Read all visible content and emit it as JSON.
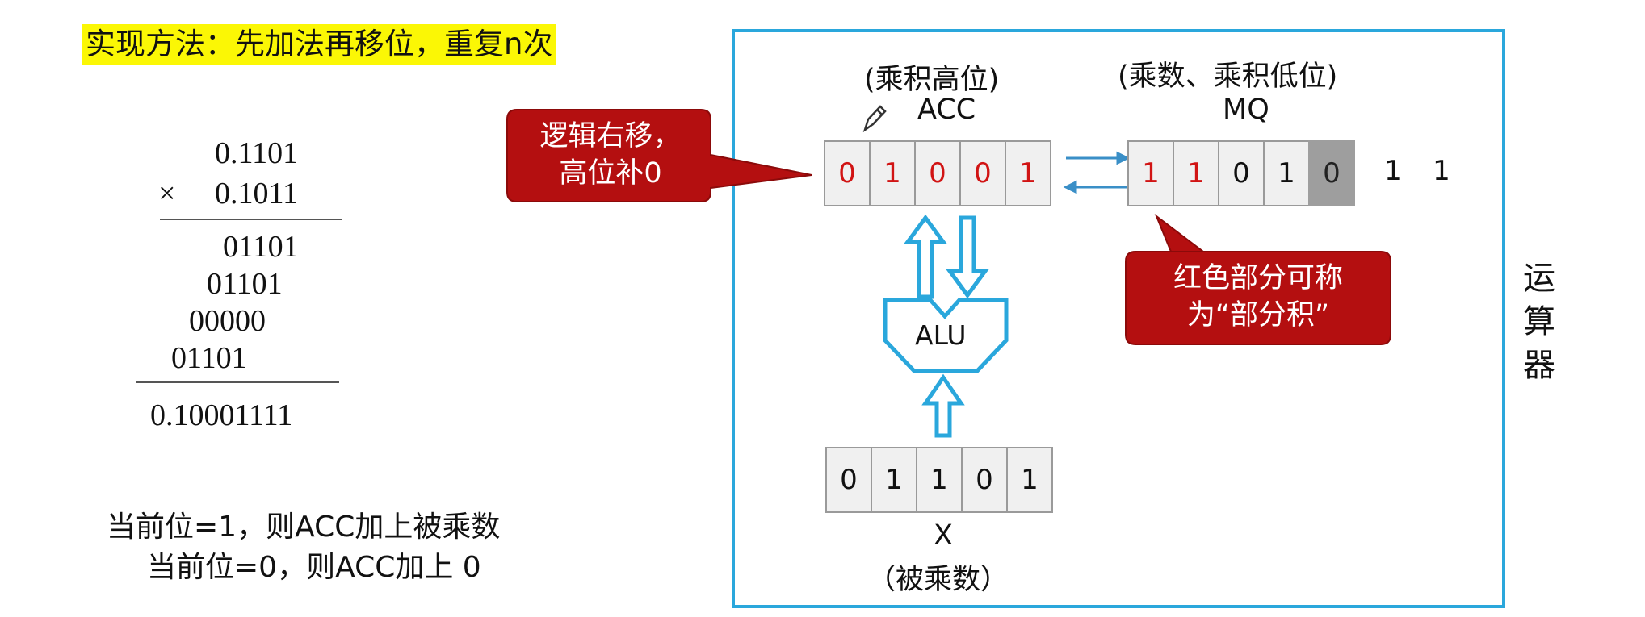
{
  "title": "实现方法：先加法再移位，重复n次",
  "multiplication": {
    "multiplicand": "0.1101",
    "multiplier_sign": "×",
    "multiplier": "0.1011",
    "partial_products": [
      "01101",
      "01101",
      "00000",
      "01101"
    ],
    "result": "0.10001111"
  },
  "rules": {
    "line1": "当前位=1，则ACC加上被乘数",
    "line2": "当前位=0，则ACC加上 0"
  },
  "acc": {
    "caption": "(乘积高位)",
    "name": "ACC",
    "bits": [
      {
        "v": "0",
        "red": true
      },
      {
        "v": "1",
        "red": true
      },
      {
        "v": "0",
        "red": true
      },
      {
        "v": "0",
        "red": true
      },
      {
        "v": "1",
        "red": true
      }
    ]
  },
  "mq": {
    "caption": "(乘数、乘积低位)",
    "name": "MQ",
    "bits": [
      {
        "v": "1",
        "red": true
      },
      {
        "v": "1",
        "red": true
      },
      {
        "v": "0",
        "red": false
      },
      {
        "v": "1",
        "red": false
      },
      {
        "v": "0",
        "shift": true
      }
    ],
    "shifted_out": [
      "1",
      "1"
    ]
  },
  "alu": {
    "label": "ALU"
  },
  "x": {
    "name": "X",
    "caption": "（被乘数）",
    "bits": [
      "0",
      "1",
      "1",
      "0",
      "1"
    ]
  },
  "callouts": {
    "shift": {
      "line1": "逻辑右移，",
      "line2": "高位补0"
    },
    "partial": {
      "line1": "红色部分可称",
      "line2": "为“部分积”"
    }
  },
  "unit_label": [
    "运",
    "算",
    "器"
  ],
  "colors": {
    "frame": "#2aa7dc",
    "callout": "#b40f10",
    "highlight": "#fbf705",
    "red_bit": "#d11414"
  }
}
